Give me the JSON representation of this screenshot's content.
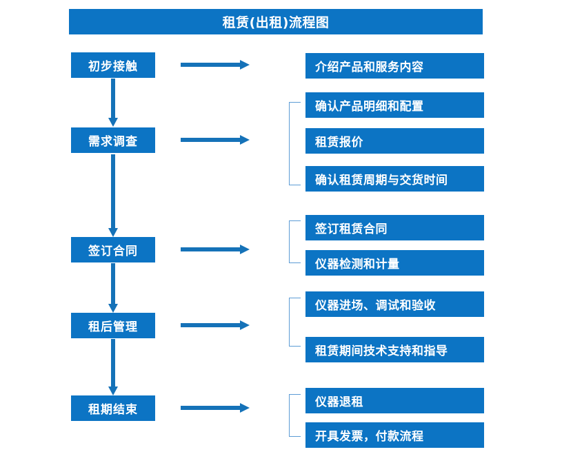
{
  "diagram": {
    "title": "租赁(出租)流程图",
    "colors": {
      "box_fill": "#0C74C4",
      "box_text": "#FFFFFF",
      "arrow": "#1572B8",
      "bracket": "#5B9BD5",
      "background": "#FFFFFF"
    },
    "stages": [
      {
        "label": "初步接触"
      },
      {
        "label": "需求调查"
      },
      {
        "label": "签订合同"
      },
      {
        "label": "租后管理"
      },
      {
        "label": "租期结束"
      }
    ],
    "details": [
      {
        "label": "介绍产品和服务内容"
      },
      {
        "label": "确认产品明细和配置"
      },
      {
        "label": "租赁报价"
      },
      {
        "label": "确认租赁周期与交货时间"
      },
      {
        "label": "签订租赁合同"
      },
      {
        "label": "仪器检测和计量"
      },
      {
        "label": "仪器进场、调试和验收"
      },
      {
        "label": "租赁期间技术支持和指导"
      },
      {
        "label": "仪器退租"
      },
      {
        "label": "开具发票，付款流程"
      }
    ],
    "groups": [
      {
        "stage": "初步接触",
        "details": [
          "介绍产品和服务内容"
        ]
      },
      {
        "stage": "需求调查",
        "details": [
          "确认产品明细和配置",
          "租赁报价",
          "确认租赁周期与交货时间"
        ]
      },
      {
        "stage": "签订合同",
        "details": [
          "签订租赁合同",
          "仪器检测和计量"
        ]
      },
      {
        "stage": "租后管理",
        "details": [
          "仪器进场、调试和验收",
          "租赁期间技术支持和指导"
        ]
      },
      {
        "stage": "租期结束",
        "details": [
          "仪器退租",
          "开具发票，付款流程"
        ]
      }
    ]
  }
}
